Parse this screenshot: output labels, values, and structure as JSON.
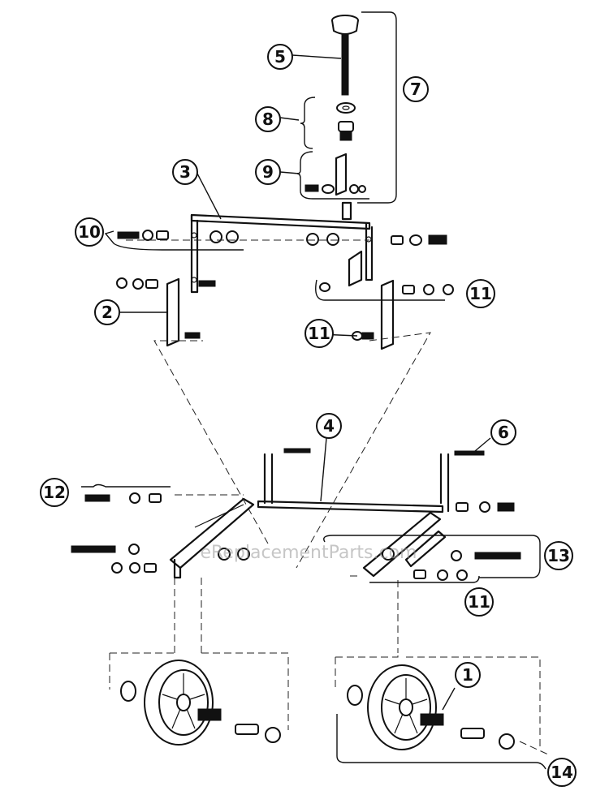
{
  "watermark": "eReplacementParts.com",
  "callouts": [
    "1",
    "2",
    "3",
    "4",
    "5",
    "6",
    "7",
    "8",
    "9",
    "10",
    "11",
    "11",
    "11",
    "12",
    "13",
    "14"
  ]
}
